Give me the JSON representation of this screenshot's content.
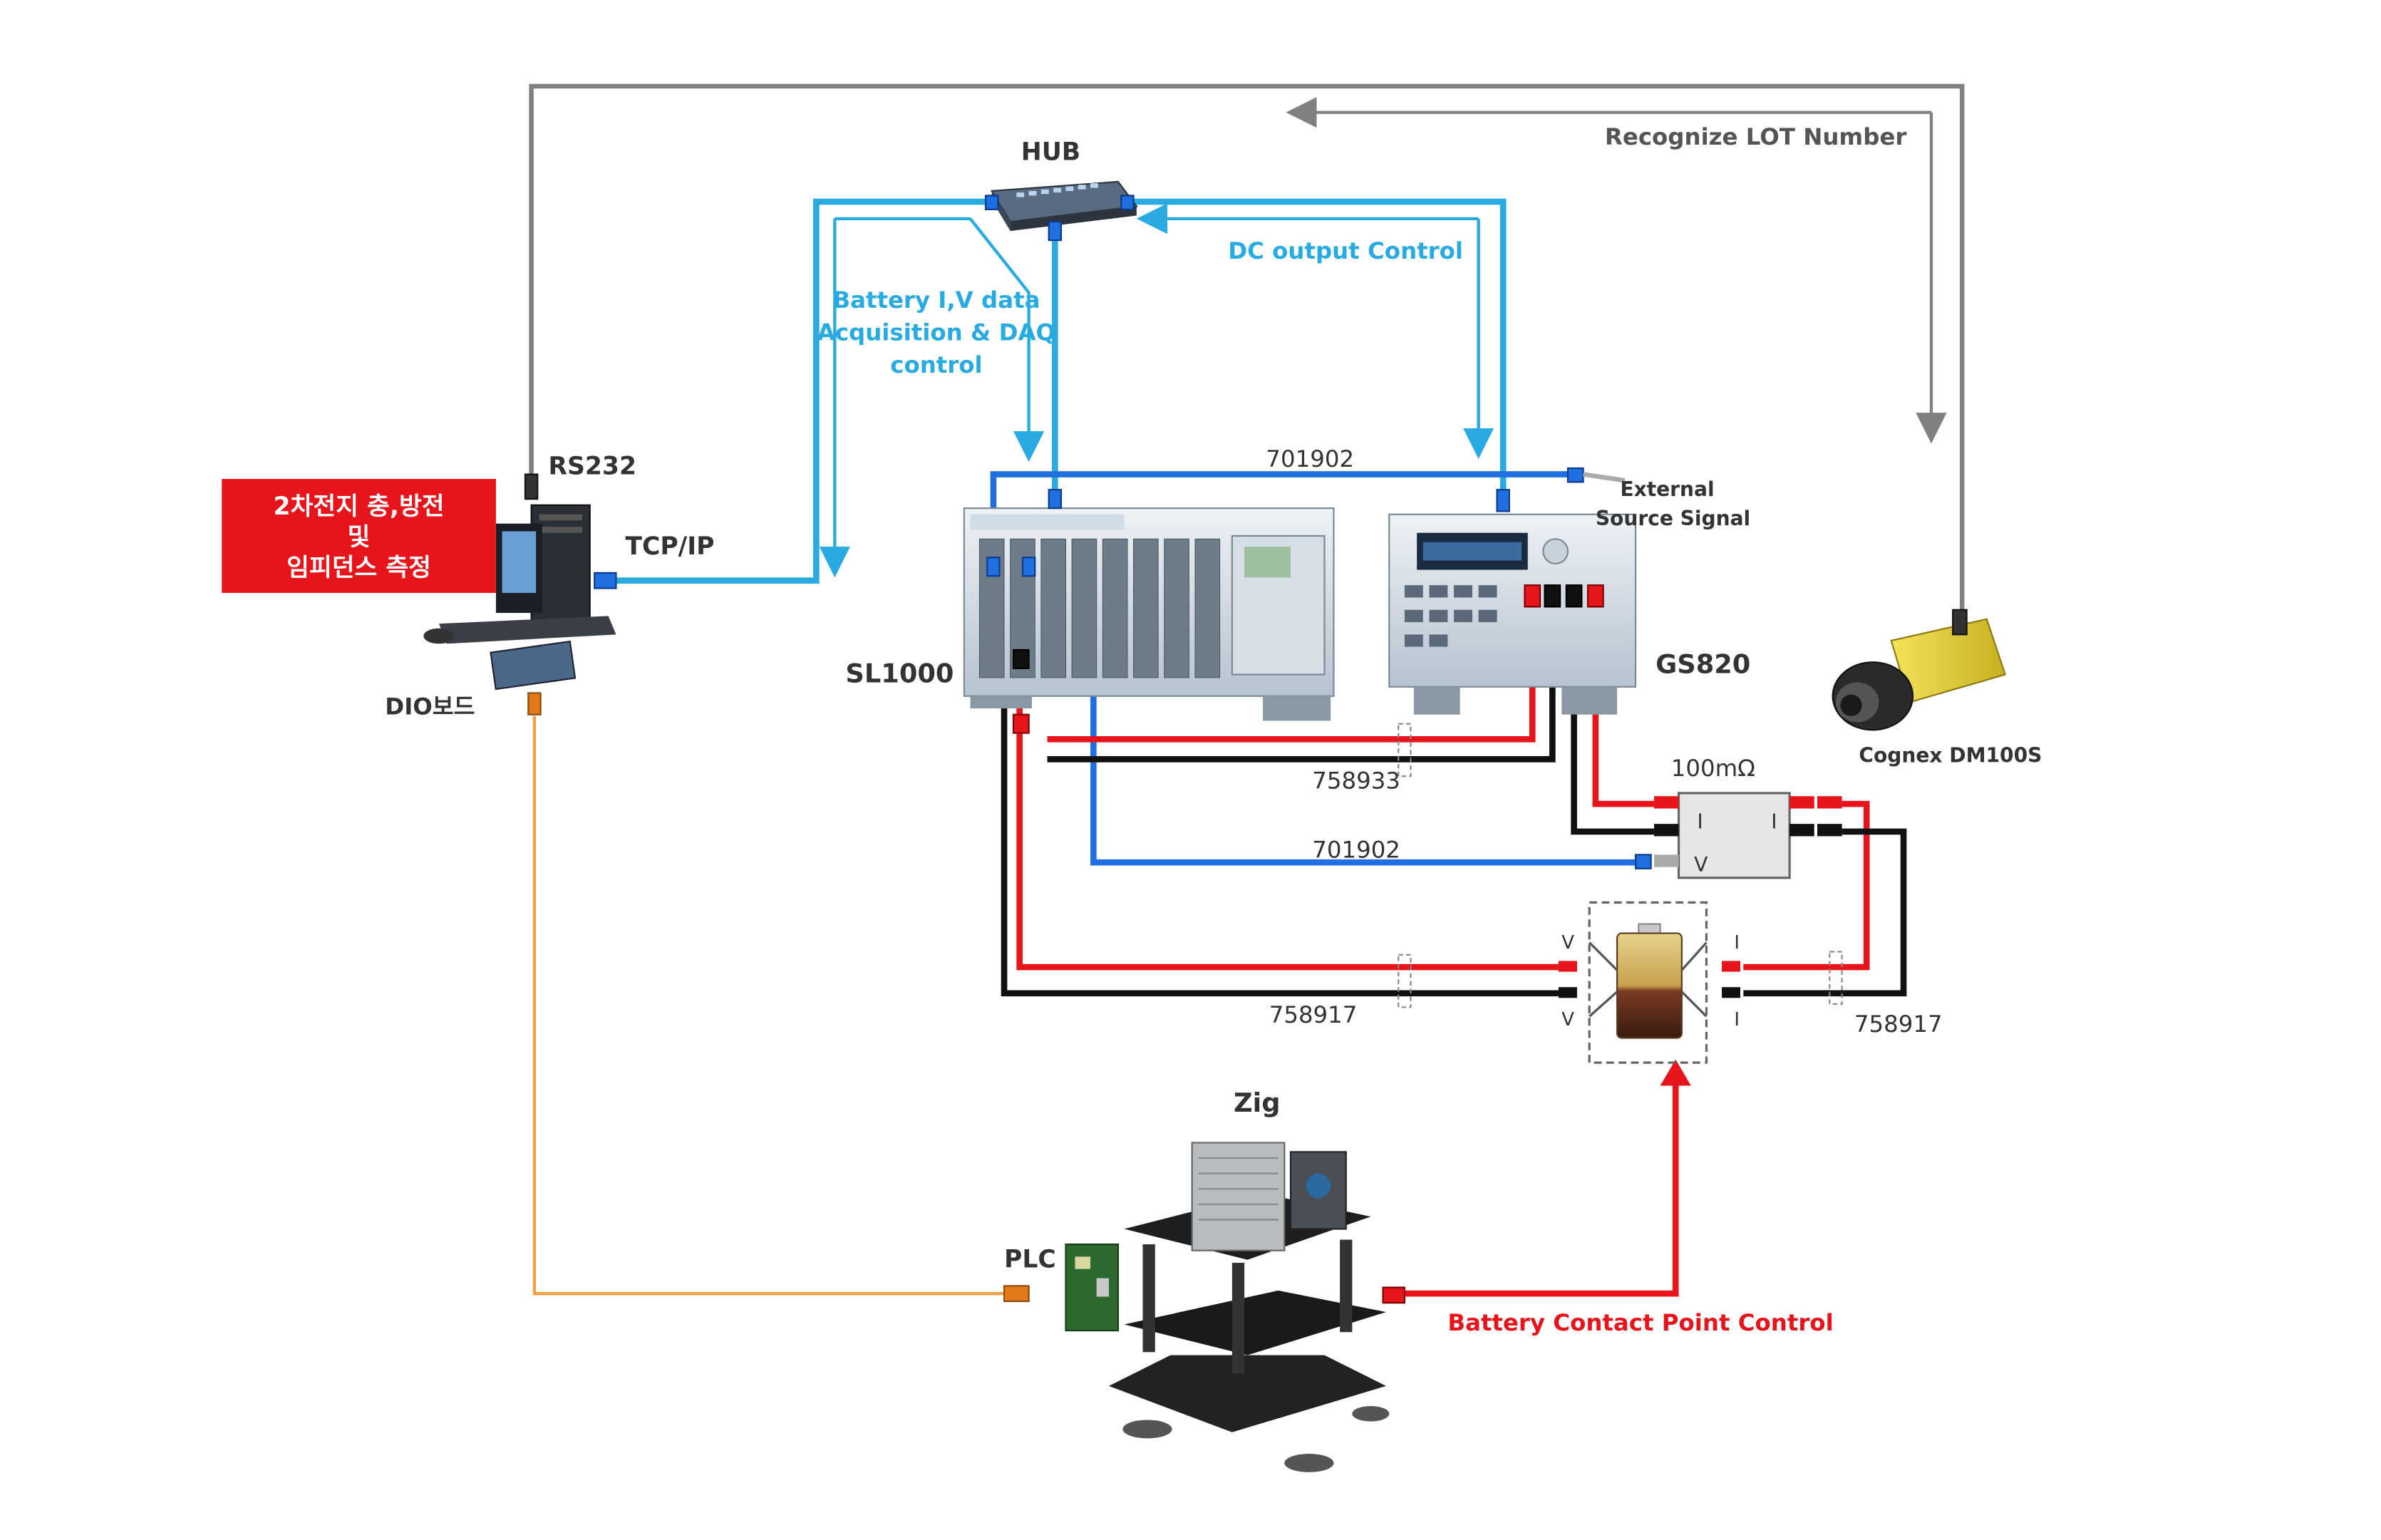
{
  "labels": {
    "hub": "HUB",
    "rs232": "RS232",
    "tcpip": "TCP/IP",
    "dio": "DIO보드",
    "pc_title_1": "2차전지 충,방전",
    "pc_title_2": "및",
    "pc_title_3": "임피던스 측정",
    "recognize_lot": "Recognize LOT Number",
    "dc_output": "DC output Control",
    "battery_iv_1": "Battery I,V data",
    "battery_iv_2": "Acquisition & DAQ",
    "battery_iv_3": "control",
    "sl1000": "SL1000",
    "gs820": "GS820",
    "external_1": "External",
    "external_2": "Source Signal",
    "cable_701902_top": "701902",
    "cable_701902_mid": "701902",
    "cable_758933": "758933",
    "cable_758917_left": "758917",
    "cable_758917_right": "758917",
    "shunt": "100mΩ",
    "shunt_i_left": "I",
    "shunt_i_right": "I",
    "shunt_v": "V",
    "batt_v_top": "V",
    "batt_v_bottom": "V",
    "batt_i_top": "I",
    "batt_i_bottom": "I",
    "camera": "Cognex DM100S",
    "zig": "Zig",
    "plc": "PLC",
    "contact_control": "Battery Contact Point Control"
  },
  "colors": {
    "blue_bus": "#29abe2",
    "blue_cable": "#1f6fe0",
    "red": "#e8141b",
    "black": "#111111",
    "gray": "#808080",
    "orange": "#f0a040",
    "pc_banner": "#e8141b"
  },
  "icons": [
    "hub-icon",
    "computer-icon",
    "sl1000-device-icon",
    "gs820-device-icon",
    "shunt-resistor-icon",
    "battery-icon",
    "camera-icon",
    "zig-fixture-icon",
    "plc-board-icon"
  ]
}
